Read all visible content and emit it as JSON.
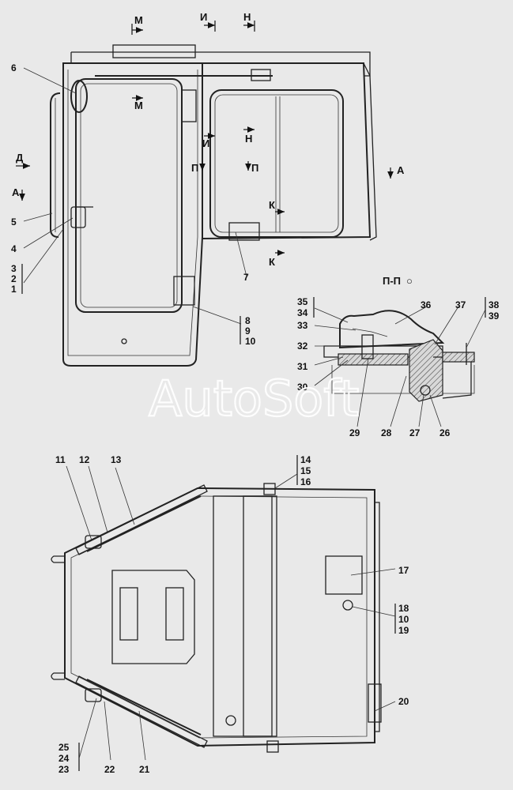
{
  "section_title": "П-П",
  "section_symbol": "○",
  "watermark": "AutoSoft",
  "view_labels": {
    "M_top": "М",
    "I_top": "И",
    "N_top": "Н",
    "M_mid": "М",
    "I_mid": "И",
    "N_mid": "Н",
    "D": "Д",
    "A_left": "А",
    "A_right": "А",
    "P_left": "П",
    "P_right": "П",
    "K_upper": "К",
    "K_lower": "К"
  },
  "callouts_top": {
    "c6": "6",
    "c5": "5",
    "c4": "4",
    "c3": "3",
    "c2": "2",
    "c1": "1",
    "c7": "7",
    "c8": "8",
    "c9": "9",
    "c10": "10"
  },
  "callouts_section": {
    "c35": "35",
    "c34": "34",
    "c33": "33",
    "c32": "32",
    "c31": "31",
    "c30": "30",
    "c36": "36",
    "c37": "37",
    "c38": "38",
    "c39": "39",
    "c29": "29",
    "c28": "28",
    "c27": "27",
    "c26": "26"
  },
  "callouts_bottom": {
    "c11": "11",
    "c12": "12",
    "c13": "13",
    "c14": "14",
    "c15": "15",
    "c16": "16",
    "c17": "17",
    "c18": "18",
    "c10": "10",
    "c19": "19",
    "c20": "20",
    "c25": "25",
    "c24": "24",
    "c23": "23",
    "c22": "22",
    "c21": "21"
  }
}
